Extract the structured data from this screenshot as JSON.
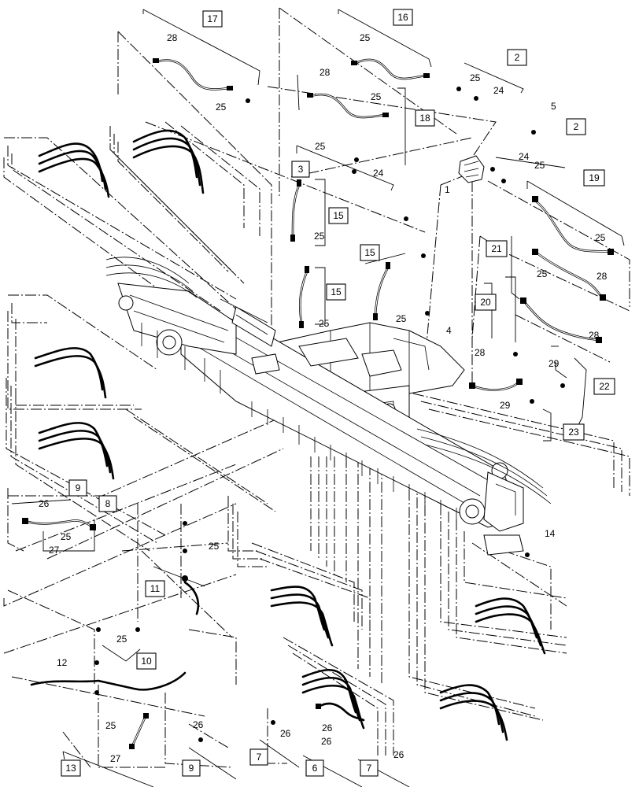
{
  "diagram": {
    "part_boxes": [
      "17",
      "16",
      "2",
      "18",
      "3",
      "15",
      "15",
      "15",
      "2",
      "19",
      "21",
      "20",
      "22",
      "23",
      "9",
      "8",
      "11",
      "10",
      "13",
      "9",
      "7",
      "6",
      "7"
    ],
    "callouts": [
      "28",
      "25",
      "25",
      "28",
      "25",
      "24",
      "25",
      "25",
      "24",
      "5",
      "1",
      "24",
      "25",
      "25",
      "25",
      "25",
      "25",
      "28",
      "25",
      "28",
      "4",
      "28",
      "29",
      "29",
      "14",
      "26",
      "25",
      "27",
      "25",
      "25",
      "12",
      "25",
      "27",
      "26",
      "26",
      "26",
      "26",
      "26"
    ]
  }
}
